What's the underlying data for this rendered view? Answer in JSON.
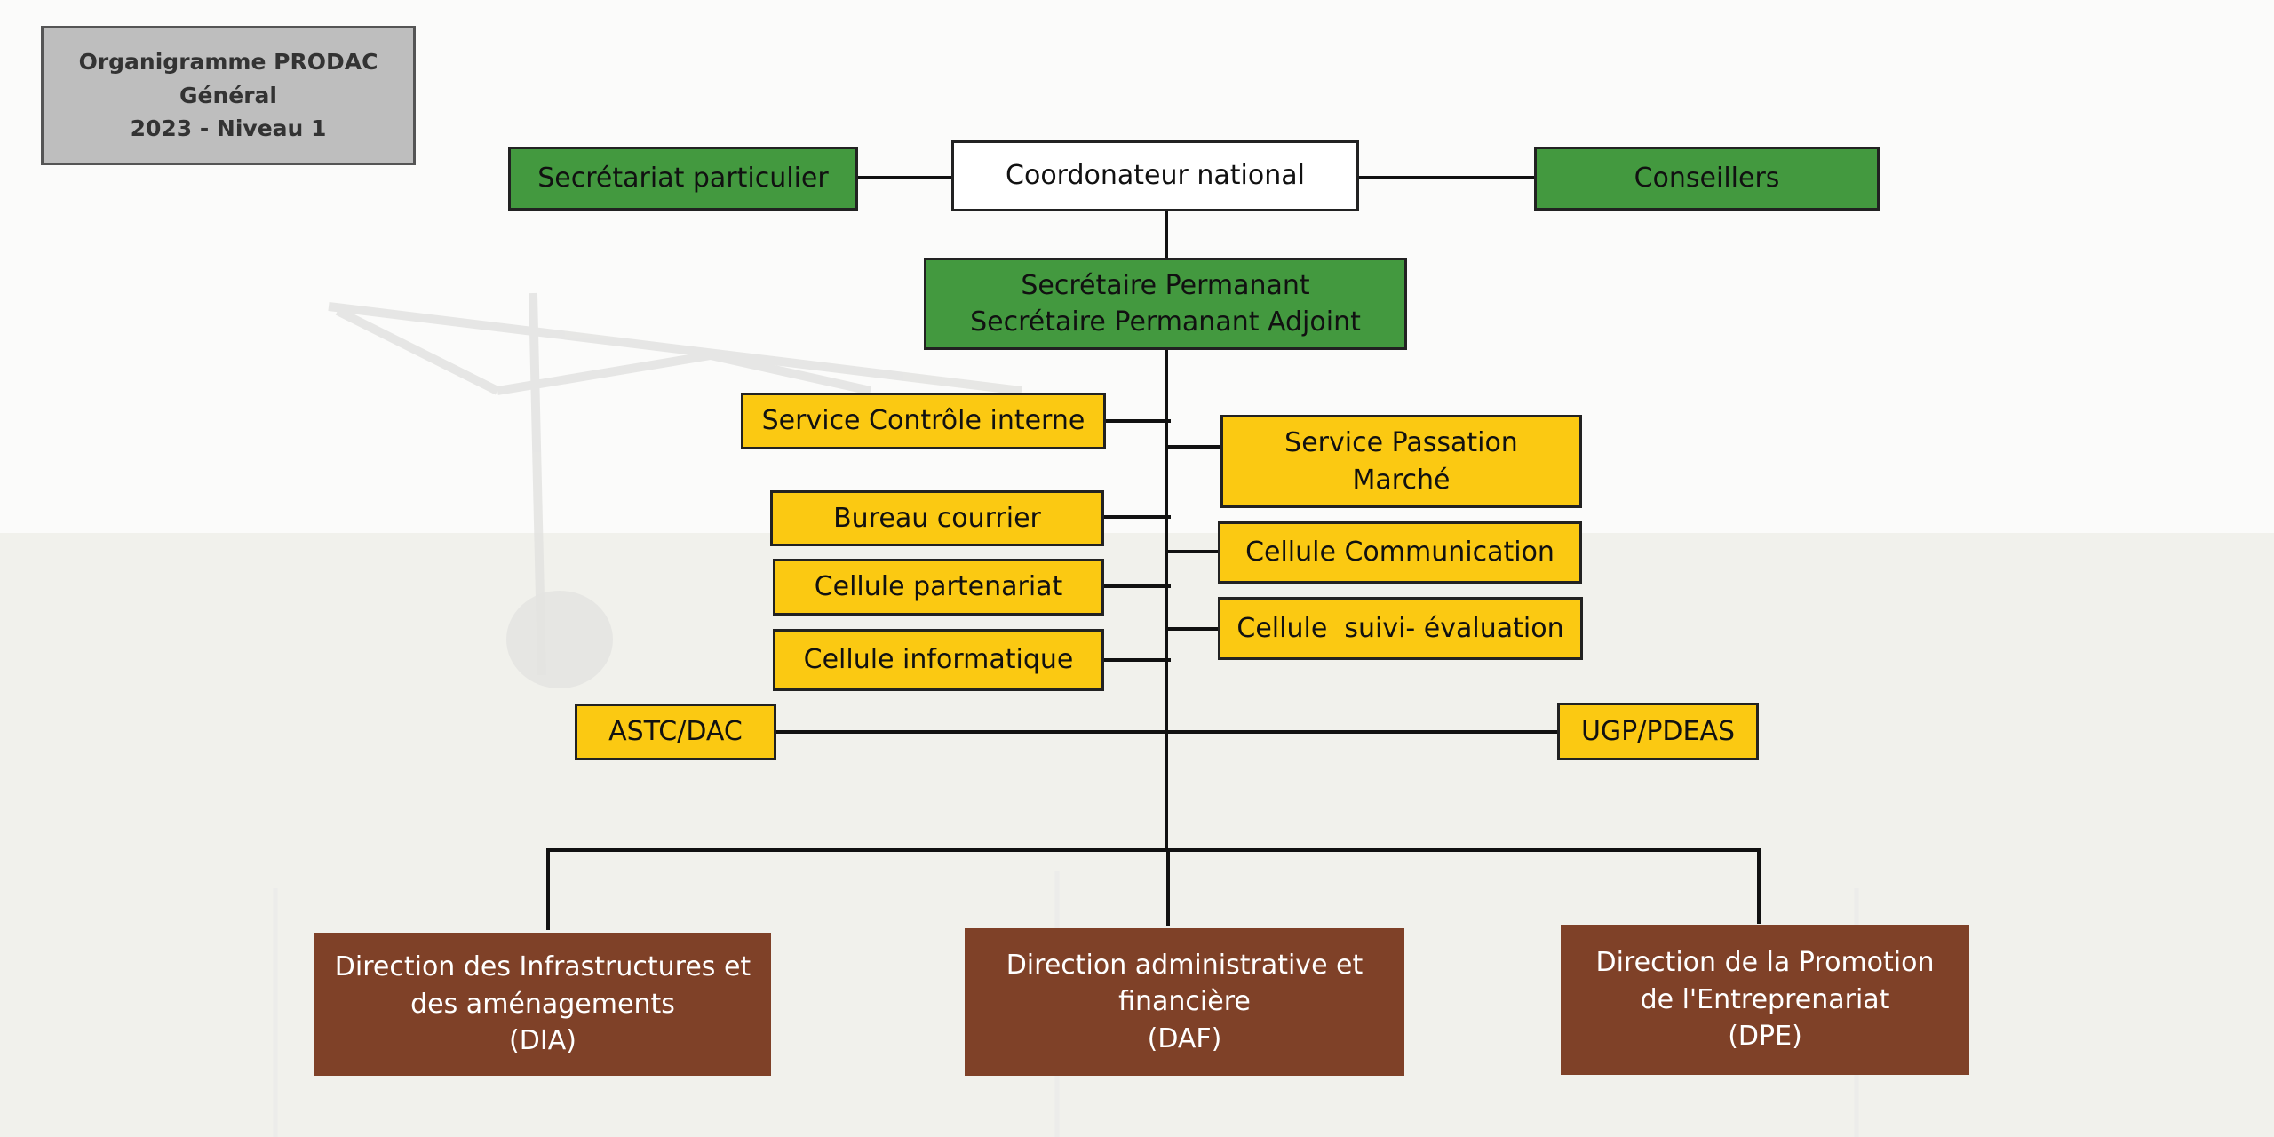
{
  "header": {
    "lines": [
      "Organigramme PRODAC",
      "Général",
      "2023 - Niveau 1"
    ]
  },
  "top": {
    "coordonateur": "Coordonateur national",
    "secretariat": "Secrétariat particulier",
    "conseillers": "Conseillers"
  },
  "sp": {
    "line1": "Secrétaire Permanant",
    "line2": "Secrétaire Permanant Adjoint"
  },
  "left_units": {
    "controle": "Service Contrôle interne",
    "courrier": "Bureau courrier",
    "partenariat": "Cellule partenariat",
    "informatique": "Cellule informatique",
    "astc": "ASTC/DAC"
  },
  "right_units": {
    "passation": [
      "Service Passation",
      "Marché"
    ],
    "communication": "Cellule Communication",
    "suivi": "Cellule  suivi- évaluation",
    "ugp": "UGP/PDEAS"
  },
  "directions": {
    "dia": [
      "Direction des Infrastructures et",
      "des aménagements",
      "(DIA)"
    ],
    "daf": [
      "Direction administrative et",
      "financière",
      "(DAF)"
    ],
    "dpe": [
      "Direction de la Promotion",
      "de l'Entreprenariat",
      "(DPE)"
    ]
  },
  "colors": {
    "green": "#43993f",
    "yellow": "#fbc912",
    "brown": "#7f4128",
    "white": "#ffffff",
    "header_grey": "#bebebe",
    "line": "#111111"
  }
}
